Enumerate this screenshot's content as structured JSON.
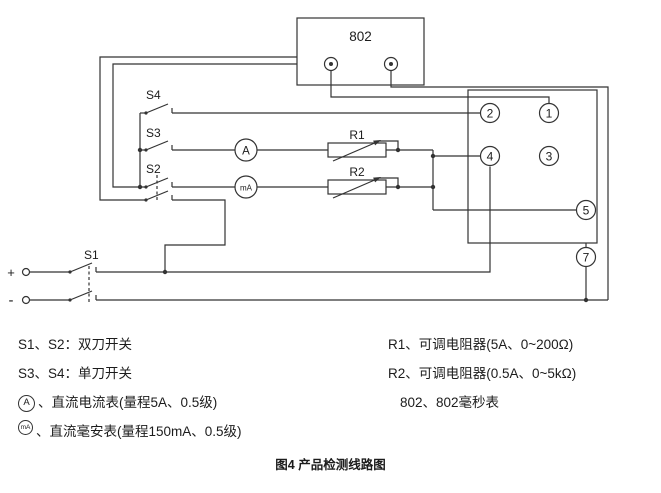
{
  "diagram": {
    "timer": {
      "label": "802"
    },
    "terminals": {
      "n1": "1",
      "n2": "2",
      "n3": "3",
      "n4": "4",
      "n5": "5",
      "n7": "7"
    },
    "switches": {
      "s1": "S1",
      "s2": "S2",
      "s3": "S3",
      "s4": "S4"
    },
    "meters": {
      "ammeter": "A",
      "milliammeter": "mA"
    },
    "resistors": {
      "r1": "R1",
      "r2": "R2"
    },
    "power": {
      "plus": "+",
      "minus": "-"
    }
  },
  "legend": {
    "left": [
      {
        "text": "S1、S2：双刀开关"
      },
      {
        "text": "S3、S4：单刀开关"
      },
      {
        "symbol": "A",
        "text": "、直流电流表(量程5A、0.5级)"
      },
      {
        "symbol": "mA",
        "text": "、直流毫安表(量程150mA、0.5级)"
      }
    ],
    "right": [
      {
        "text": "R1、可调电阻器(5A、0~200Ω)"
      },
      {
        "text": "R2、可调电阻器(0.5A、0~5kΩ)"
      },
      {
        "text": "802、802毫秒表"
      }
    ]
  },
  "caption": "图4 产品检测线路图"
}
